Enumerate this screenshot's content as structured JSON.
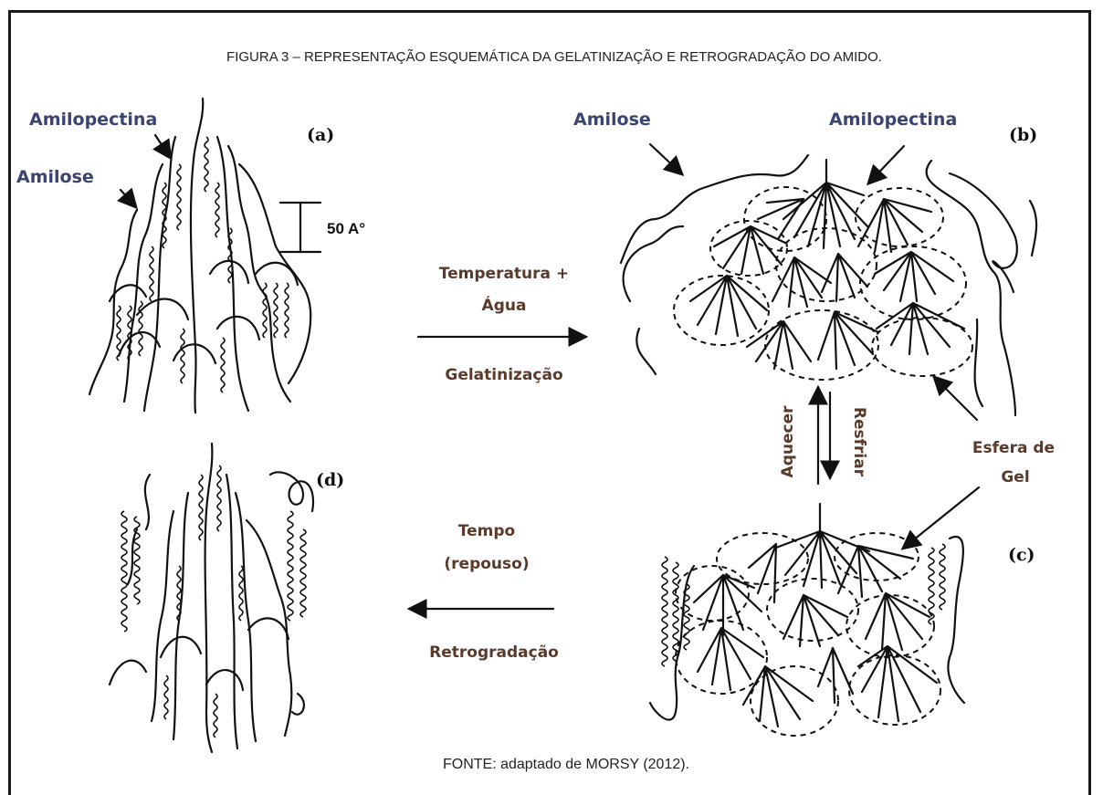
{
  "figure": {
    "title": "FIGURA 3 –  REPRESENTAÇÃO ESQUEMÁTICA DA GELATINIZAÇÃO E RETROGRADAÇÃO DO AMIDO.",
    "source": "FONTE: adaptado de MORSY (2012)."
  },
  "panels": {
    "a": {
      "label": "(a)",
      "amilopectina": "Amilopectina",
      "amilose": "Amilose",
      "scale": "50 A°"
    },
    "b": {
      "label": "(b)",
      "amilose": "Amilose",
      "amilopectina": "Amilopectina"
    },
    "c": {
      "label": "(c)",
      "esfera_line1": "Esfera de",
      "esfera_line2": "Gel"
    },
    "d": {
      "label": "(d)"
    }
  },
  "processes": {
    "gelatinizacao": {
      "line1": "Temperatura +",
      "line2": "Água",
      "name": "Gelatinização"
    },
    "retrogradacao": {
      "line1": "Tempo",
      "line2": "(repouso)",
      "name": "Retrogradação"
    },
    "aquecer": "Aquecer",
    "resfriar": "Resfriar"
  },
  "colors": {
    "component_labels": "#3a4470",
    "process_labels": "#5a3a2a"
  }
}
